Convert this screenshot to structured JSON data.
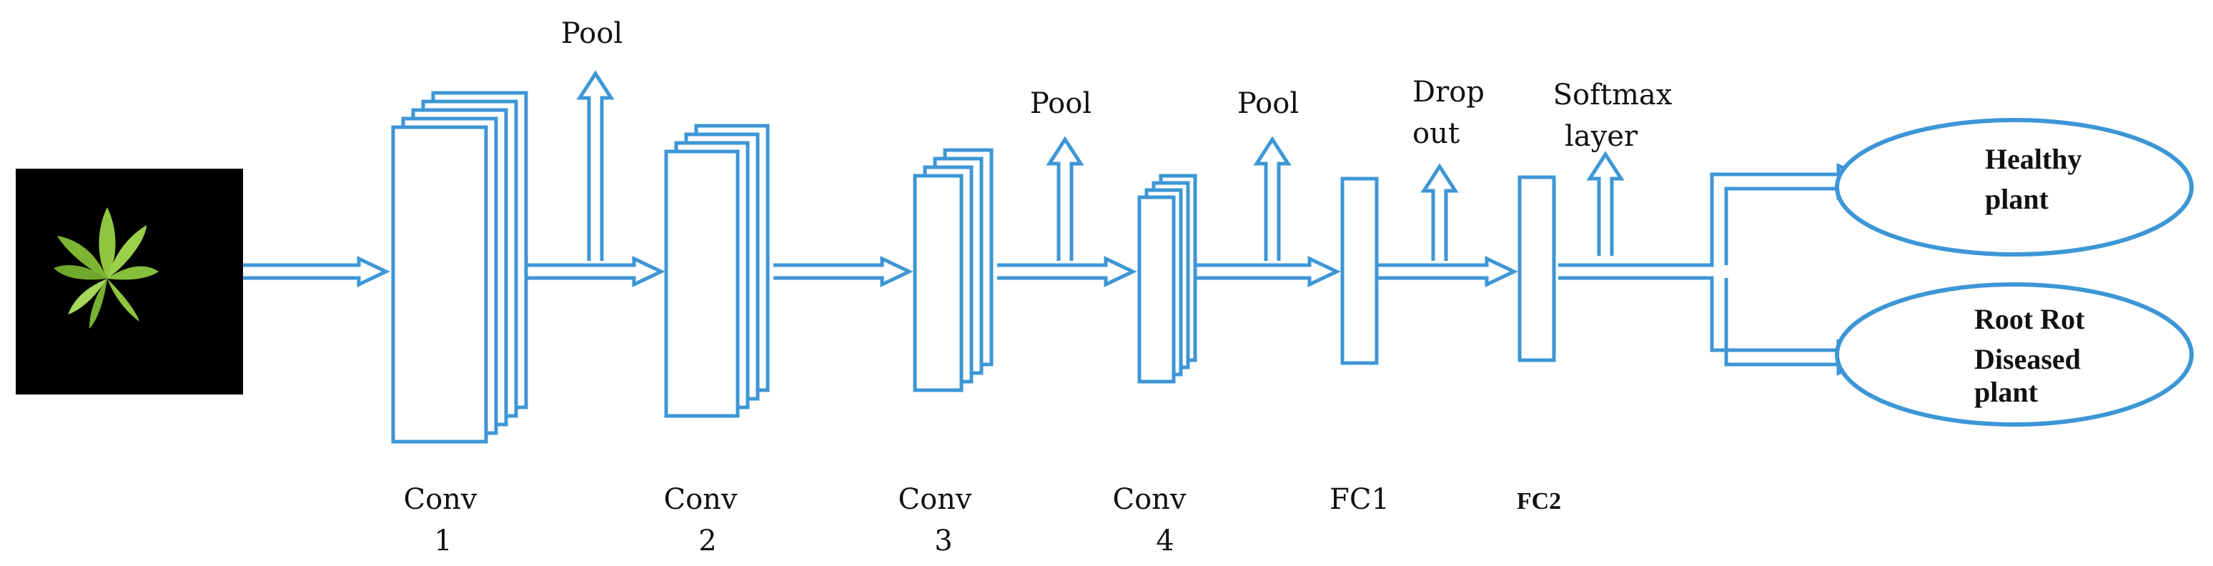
{
  "colors": {
    "stroke": "#3d96d6",
    "text": "#111111",
    "input_bg": "#000000",
    "leaf": "#8fc63f"
  },
  "input": {
    "icon": "plant-leaf-icon"
  },
  "layers": [
    {
      "label": "Conv",
      "number": "1"
    },
    {
      "label": "Conv",
      "number": "2"
    },
    {
      "label": "Conv",
      "number": "3"
    },
    {
      "label": "Conv",
      "number": "4"
    },
    {
      "label": "FC1"
    },
    {
      "label": "FC2"
    }
  ],
  "ops": [
    {
      "lines": [
        "Pool"
      ]
    },
    {
      "lines": [
        "Pool"
      ]
    },
    {
      "lines": [
        "Pool"
      ]
    },
    {
      "lines": [
        "Drop",
        "out"
      ]
    },
    {
      "lines": [
        "Softmax",
        "layer"
      ]
    }
  ],
  "outputs": [
    {
      "lines": [
        "Healthy",
        "plant"
      ]
    },
    {
      "lines": [
        "Root Rot",
        "Diseased",
        "plant"
      ]
    }
  ]
}
